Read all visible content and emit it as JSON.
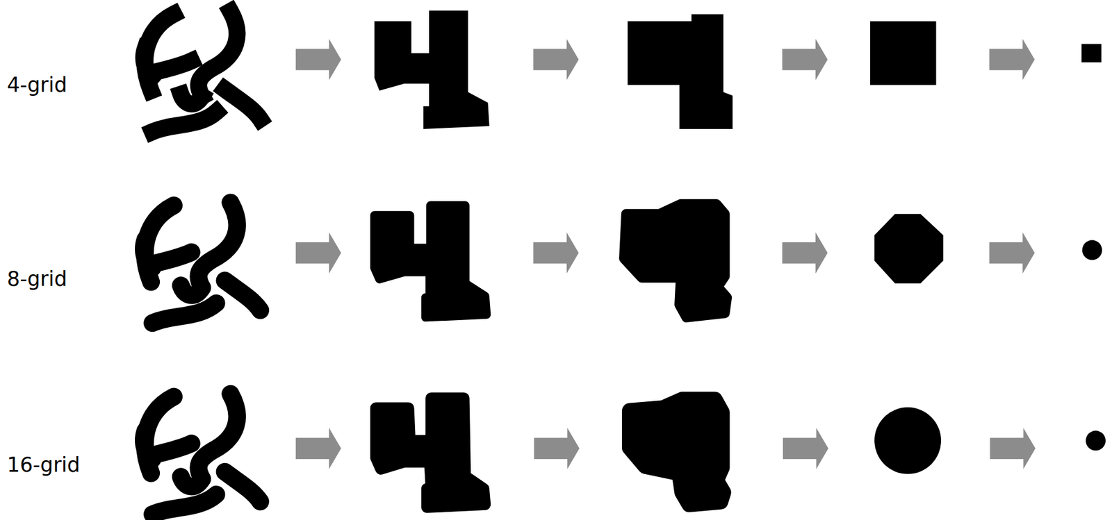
{
  "diagram": {
    "labels": [
      "4-grid",
      "8-grid",
      "16-grid"
    ]
  }
}
